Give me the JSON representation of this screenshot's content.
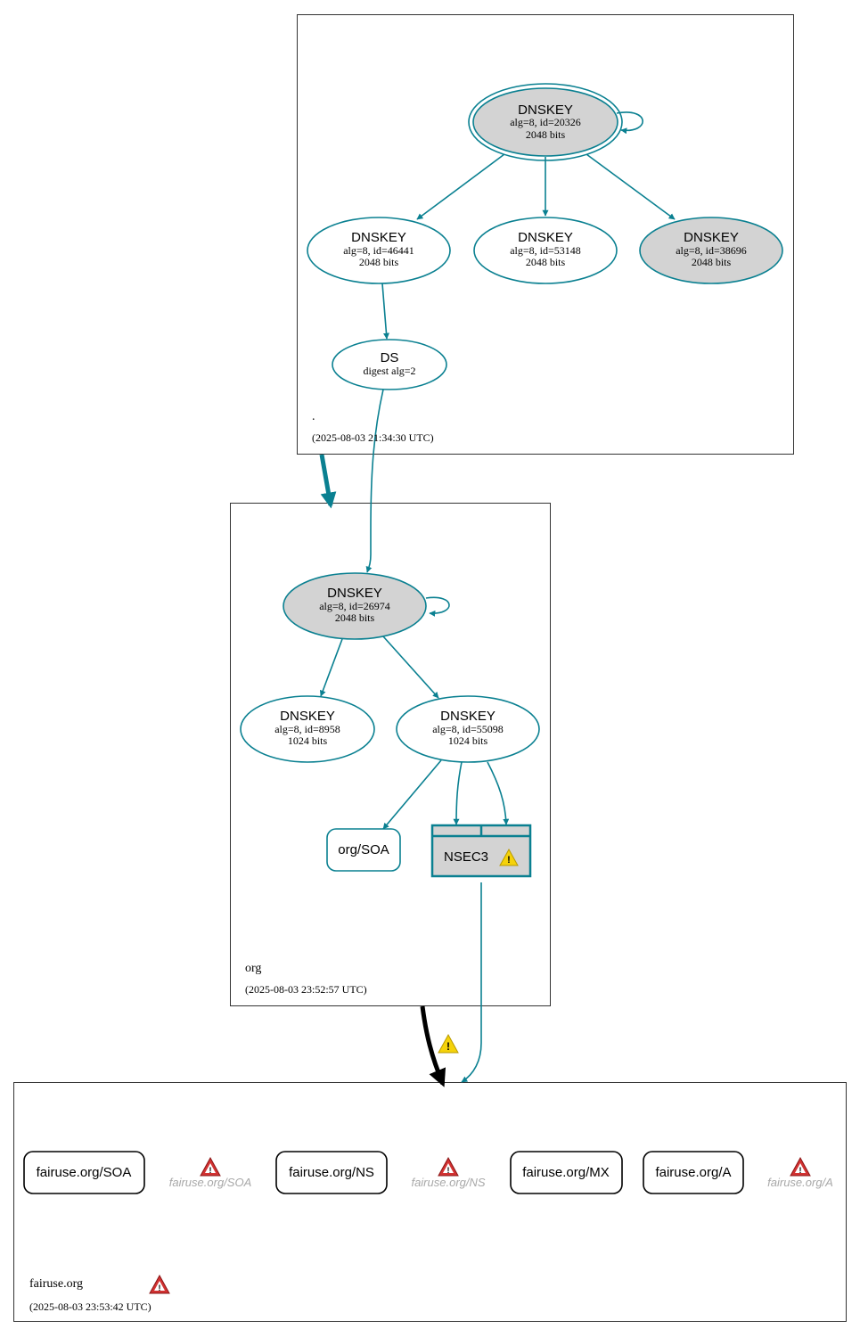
{
  "colors": {
    "edge": "#0a8091",
    "node_fill_gray": "#d3d3d3",
    "zone_border": "#333333",
    "warn_yellow": "#f5d20a",
    "error_red": "#d23232",
    "faded_text": "#a8a8a8"
  },
  "zones": {
    "root": {
      "name": ".",
      "timestamp": "(2025-08-03 21:34:30 UTC)"
    },
    "org": {
      "name": "org",
      "timestamp": "(2025-08-03 23:52:57 UTC)"
    },
    "fairuse": {
      "name": "fairuse.org",
      "timestamp": "(2025-08-03 23:53:42 UTC)"
    }
  },
  "nodes": {
    "root_ksk": {
      "title": "DNSKEY",
      "line1": "alg=8, id=20326",
      "line2": "2048 bits"
    },
    "root_zsk1": {
      "title": "DNSKEY",
      "line1": "alg=8, id=46441",
      "line2": "2048 bits"
    },
    "root_zsk2": {
      "title": "DNSKEY",
      "line1": "alg=8, id=53148",
      "line2": "2048 bits"
    },
    "root_zsk3": {
      "title": "DNSKEY",
      "line1": "alg=8, id=38696",
      "line2": "2048 bits"
    },
    "root_ds": {
      "title": "DS",
      "line1": "digest alg=2"
    },
    "org_ksk": {
      "title": "DNSKEY",
      "line1": "alg=8, id=26974",
      "line2": "2048 bits"
    },
    "org_zsk1": {
      "title": "DNSKEY",
      "line1": "alg=8, id=8958",
      "line2": "1024 bits"
    },
    "org_zsk2": {
      "title": "DNSKEY",
      "line1": "alg=8, id=55098",
      "line2": "1024 bits"
    },
    "org_soa": {
      "label": "org/SOA"
    },
    "org_nsec3": {
      "label": "NSEC3"
    }
  },
  "records": {
    "soa": "fairuse.org/SOA",
    "soa_missing": "fairuse.org/SOA",
    "ns": "fairuse.org/NS",
    "ns_missing": "fairuse.org/NS",
    "mx": "fairuse.org/MX",
    "a": "fairuse.org/A",
    "a_missing": "fairuse.org/A"
  }
}
